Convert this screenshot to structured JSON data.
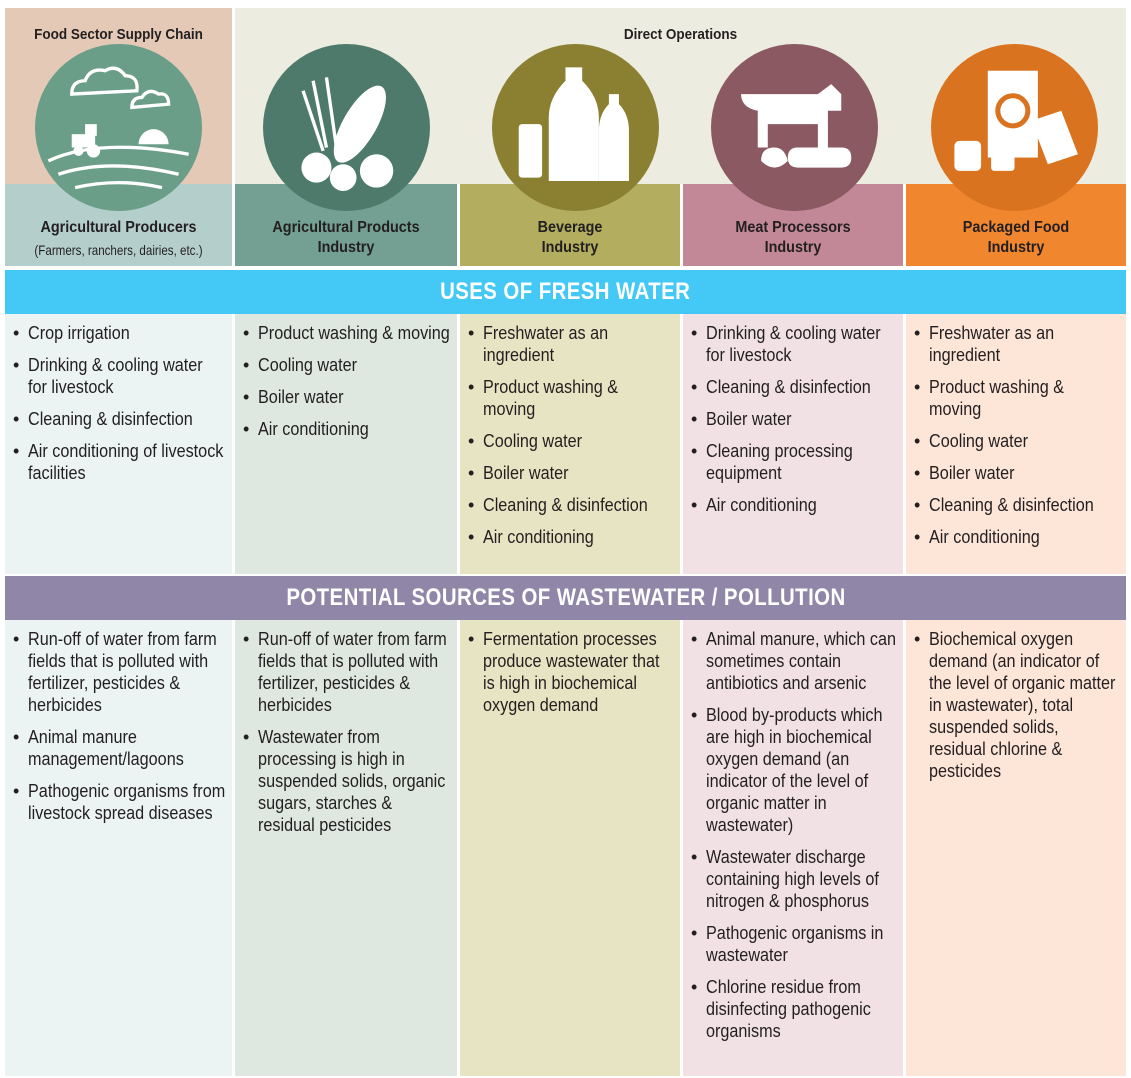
{
  "header": {
    "supply_chain_label": "Food Sector Supply Chain",
    "direct_operations_label": "Direct Operations"
  },
  "columns": [
    {
      "title": "Agricultural Producers",
      "subtitle": "(Farmers, ranchers, dairies, etc.)",
      "color": "#b4cfcb",
      "cell_color": "#ecf3f3",
      "circle_color": "#6a9e88",
      "icon": "farm-landscape-icon"
    },
    {
      "title": "Agricultural Products Industry",
      "subtitle": "",
      "color": "#73a092",
      "cell_color": "#dfe7e1",
      "circle_color": "#4e7a6b",
      "icon": "crops-vegetables-icon"
    },
    {
      "title": "Beverage Industry",
      "subtitle": "",
      "color": "#b3ad5f",
      "cell_color": "#e7e4c3",
      "circle_color": "#8b8032",
      "icon": "bottles-icon"
    },
    {
      "title": "Meat Processors Industry",
      "subtitle": "",
      "color": "#c28897",
      "cell_color": "#f1e1e4",
      "circle_color": "#8b5961",
      "icon": "livestock-icon"
    },
    {
      "title": "Packaged Food Industry",
      "subtitle": "",
      "color": "#f0872f",
      "cell_color": "#fde5d8",
      "circle_color": "#d9731f",
      "icon": "packaged-food-icon"
    }
  ],
  "fresh_water": {
    "heading": "USES OF FRESH WATER",
    "color": "#44c8f5",
    "items": [
      [
        "Crop irrigation",
        "Drinking & cooling water for livestock",
        "Cleaning & disinfection",
        "Air conditioning of livestock facilities"
      ],
      [
        "Product washing & moving",
        "Cooling water",
        "Boiler water",
        "Air conditioning"
      ],
      [
        "Freshwater as an ingredient",
        "Product washing & moving",
        "Cooling water",
        "Boiler water",
        "Cleaning & disinfection",
        "Air conditioning"
      ],
      [
        "Drinking & cooling water for livestock",
        "Cleaning & disinfection",
        "Boiler water",
        "Cleaning processing equipment",
        "Air conditioning"
      ],
      [
        "Freshwater as an ingredient",
        "Product washing & moving",
        "Cooling water",
        "Boiler water",
        "Cleaning & disinfection",
        "Air conditioning"
      ]
    ]
  },
  "wastewater": {
    "heading": "POTENTIAL SOURCES OF WASTEWATER / POLLUTION",
    "color": "#8f86a8",
    "items": [
      [
        "Run-off of water from farm fields that is polluted with fertilizer, pesticides & herbicides",
        "Animal manure management/lagoons",
        "Pathogenic organisms from livestock spread diseases"
      ],
      [
        "Run-off of water from farm fields that is polluted with fertilizer, pesticides & herbicides",
        "Wastewater from processing is high in suspended solids, organic sugars, starches & residual pesticides"
      ],
      [
        "Fermentation processes produce wastewater that is high in biochemical oxygen demand"
      ],
      [
        "Animal manure, which can sometimes contain antibiotics and arsenic",
        "Blood by-products which are high in biochemical oxygen demand (an indicator of the level of organic matter in wastewater)",
        "Wastewater discharge containing high levels of nitrogen & phosphorus",
        "Pathogenic organisms in wastewater",
        "Chlorine residue from disinfecting pathogenic organisms"
      ],
      [
        "Biochemical oxygen demand (an indicator of the level of organic matter in wastewater), total suspended solids, residual chlorine & pesticides"
      ]
    ]
  }
}
